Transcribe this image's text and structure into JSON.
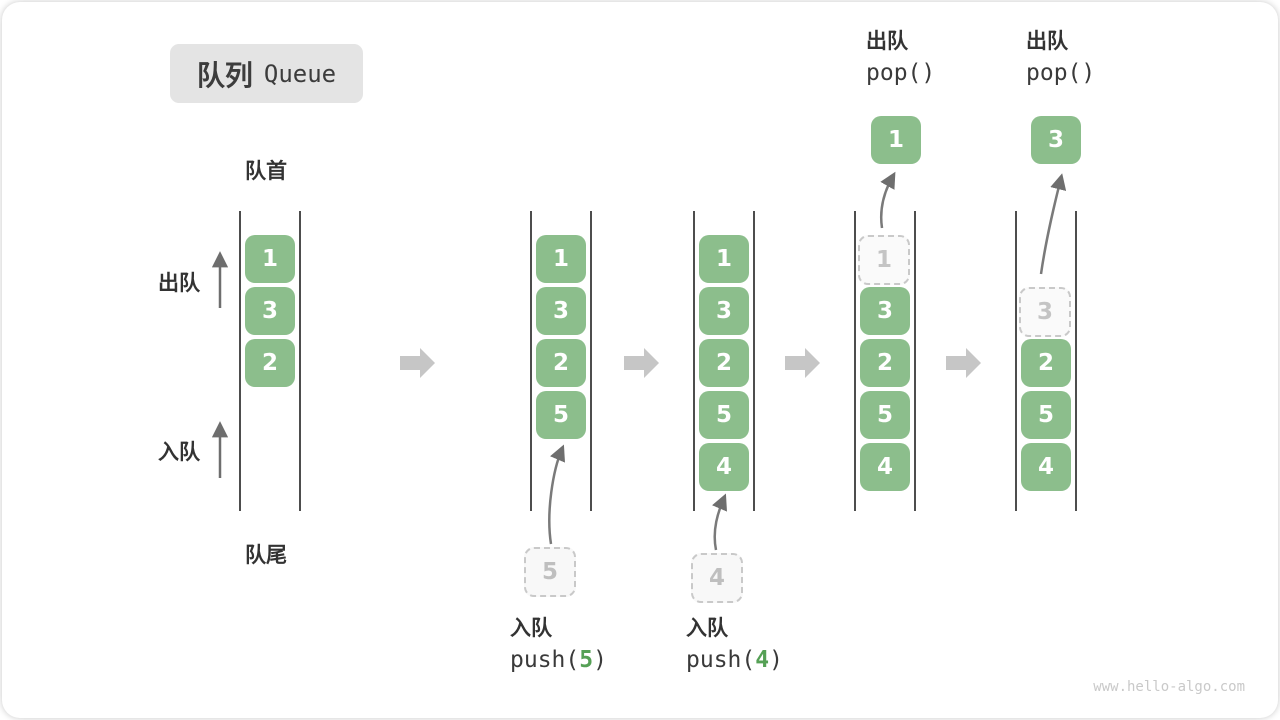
{
  "title": {
    "zh": "队列",
    "en": "Queue"
  },
  "labels": {
    "front": "队首",
    "rear": "队尾",
    "dequeue": "出队",
    "enqueue": "入队"
  },
  "colors": {
    "element_green": "#8cbe8c",
    "accent_green": "#55a055",
    "step_arrow_gray": "#c6c6c6",
    "flow_arrow_gray": "#757575",
    "title_badge_bg": "#e4e4e4",
    "dashed_border_gray": "#c9c9c9"
  },
  "states": [
    {
      "slots": [
        {
          "v": "1"
        },
        {
          "v": "3"
        },
        {
          "v": "2"
        }
      ]
    },
    {
      "slots": [
        {
          "v": "1"
        },
        {
          "v": "3"
        },
        {
          "v": "2"
        },
        {
          "v": "5"
        }
      ],
      "staged": {
        "v": "5"
      },
      "op": {
        "zh": "入队",
        "prefix": "push(",
        "arg": "5",
        "suffix": ")"
      }
    },
    {
      "slots": [
        {
          "v": "1"
        },
        {
          "v": "3"
        },
        {
          "v": "2"
        },
        {
          "v": "5"
        },
        {
          "v": "4"
        }
      ],
      "staged": {
        "v": "4"
      },
      "op": {
        "zh": "入队",
        "prefix": "push(",
        "arg": "4",
        "suffix": ")"
      }
    },
    {
      "slots": [
        {
          "v": "1",
          "dashed": true
        },
        {
          "v": "3"
        },
        {
          "v": "2"
        },
        {
          "v": "5"
        },
        {
          "v": "4"
        }
      ],
      "popped": {
        "v": "1"
      },
      "op": {
        "zh": "出队",
        "call": "pop()"
      }
    },
    {
      "slots": [
        {
          "v": "3",
          "dashed": true
        },
        {
          "v": "2"
        },
        {
          "v": "5"
        },
        {
          "v": "4"
        }
      ],
      "popped": {
        "v": "3"
      },
      "op": {
        "zh": "出队",
        "call": "pop()"
      }
    }
  ],
  "watermark": "www.hello-algo.com"
}
